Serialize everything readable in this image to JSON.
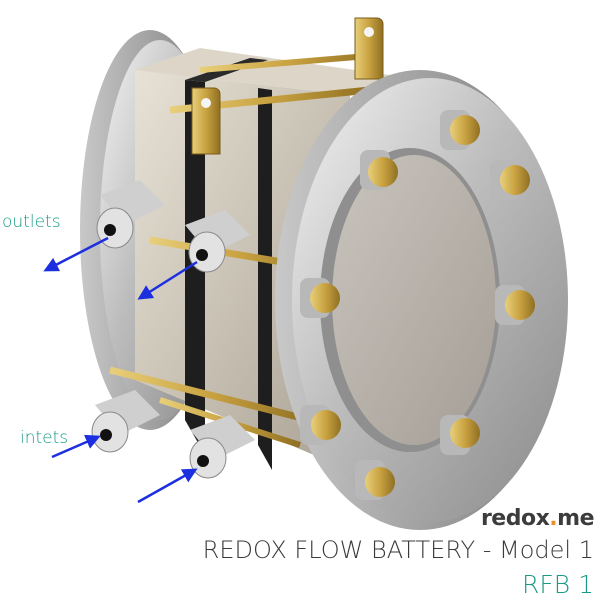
{
  "labels": {
    "outlets": "outlets",
    "inlets": "intets"
  },
  "logo": {
    "part1": "redox",
    "dot": ".",
    "part2": "me"
  },
  "title": "REDOX FLOW BATTERY - Model 1",
  "model_code": "RFB 1",
  "colors": {
    "label_teal": "#1a9a85",
    "arrow_blue": "#1c2fe0",
    "logo_accent": "#e8902c",
    "title_gray": "#3a3a3a"
  }
}
